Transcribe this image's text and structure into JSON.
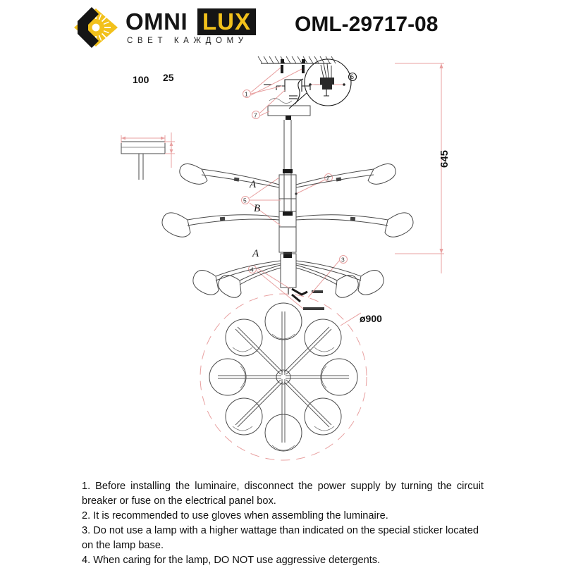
{
  "brand": {
    "name_part1": "OMNI",
    "name_part2": "LUX",
    "slogan": "СВЕТ КАЖДОМУ",
    "logo_icon": "chevron-sunburst-logo",
    "accent_color": "#f2c11b",
    "text_color": "#151515"
  },
  "model_number": "OML-29717-08",
  "dimensions": {
    "canopy_width": "100",
    "canopy_height": "25",
    "total_height": "645",
    "diameter": "ø900",
    "dim_line_color": "#e8a0a0"
  },
  "views": {
    "detail_canopy": {
      "name": "canopy-detail-view",
      "width_label": "100",
      "height_label": "25"
    },
    "front_view": {
      "name": "front-elevation-view",
      "tier_labels": [
        "A",
        "B",
        "A"
      ],
      "callouts": [
        "1",
        "2",
        "3",
        "4",
        "5",
        "6",
        "7"
      ],
      "height_label": "645"
    },
    "top_view": {
      "name": "top-plan-view",
      "arm_count": 8,
      "diameter_label": "ø900"
    }
  },
  "instructions": {
    "items": [
      "1. Before installing the luminaire, disconnect the power supply by turning the circuit breaker or fuse on the electrical panel box.",
      "2. It is recommended to use gloves when assembling the luminaire.",
      "3. Do not use a lamp with a higher wattage than indicated on the special sticker located on the lamp base.",
      "4. When caring for the lamp, DO NOT use aggressive detergents."
    ]
  }
}
